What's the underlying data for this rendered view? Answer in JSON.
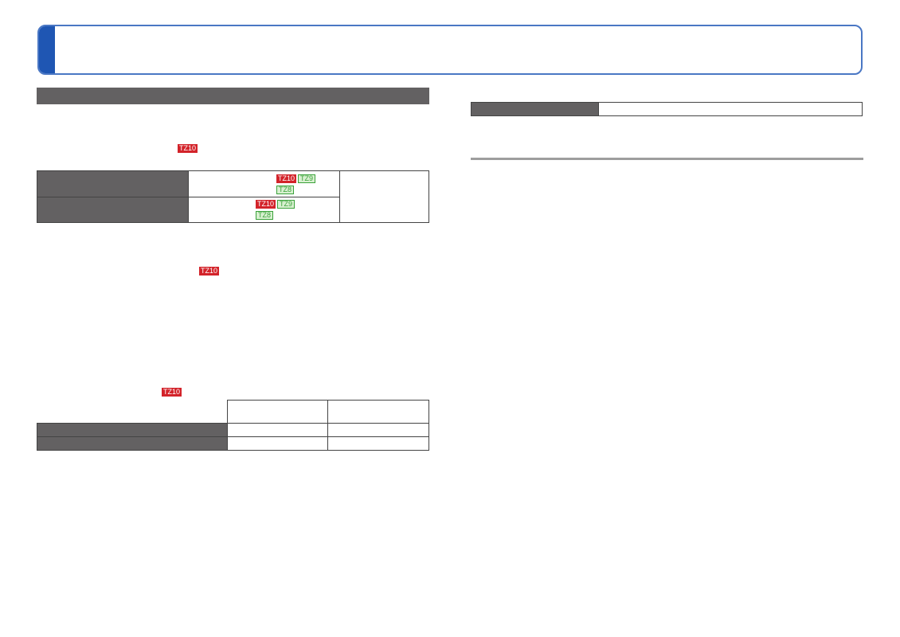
{
  "colors": {
    "title_accent": "#1f56b3",
    "title_border": "#4a77c4",
    "section_bar": "#636162",
    "badge_red": "#d3232a",
    "badge_green": "#3aa23a"
  },
  "badges": {
    "intro": "TZ10",
    "table1_row1": [
      "TZ10",
      "TZ9",
      "TZ8"
    ],
    "table1_row2": [
      "TZ10",
      "TZ9",
      "TZ8"
    ],
    "para2": "TZ10",
    "table2_intro": "TZ10"
  }
}
